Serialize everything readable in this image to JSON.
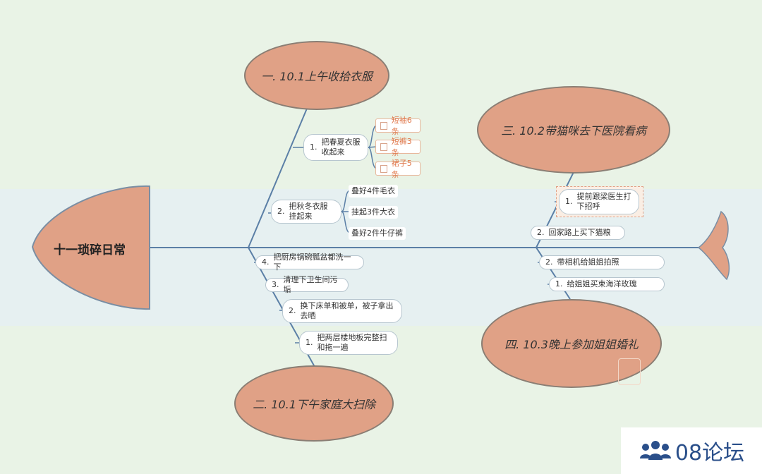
{
  "root": {
    "label": "十一琐碎日常"
  },
  "branches": {
    "b1": {
      "label": "一. 10.1上午收拾衣服"
    },
    "b2": {
      "label": "二. 10.1下午家庭大扫除"
    },
    "b3": {
      "label": "三. 10.2带猫咪去下医院看病"
    },
    "b4": {
      "label": "四. 10.3晚上参加姐姐婚礼"
    }
  },
  "b1_items": {
    "i1": {
      "num": "1.",
      "text": "把春夏衣服收起来"
    },
    "i2": {
      "num": "2.",
      "text": "把秋冬衣服挂起来"
    }
  },
  "b1_i1_tasks": [
    "短袖6条",
    "短裤3条",
    "裙子5条"
  ],
  "b1_i2_leaves": [
    "叠好4件毛衣",
    "挂起3件大衣",
    "叠好2件牛仔裤"
  ],
  "b2_items": {
    "i4": {
      "num": "4.",
      "text": "把厨房锅碗瓢盆都洗一下"
    },
    "i3": {
      "num": "3.",
      "text": "清理下卫生间污垢"
    },
    "i2": {
      "num": "2.",
      "text": "换下床单和被单，被子拿出去晒"
    },
    "i1": {
      "num": "1.",
      "text": "把两层楼地板完整扫和拖一遍"
    }
  },
  "b3_items": {
    "i1": {
      "num": "1.",
      "text": "提前跟梁医生打下招呼"
    },
    "i2": {
      "num": "2.",
      "text": "回家路上买下猫粮"
    }
  },
  "b4_items": {
    "i2": {
      "num": "2.",
      "text": "带相机给姐姐拍照"
    },
    "i1": {
      "num": "1.",
      "text": "给姐姐买束海洋玫瑰"
    }
  },
  "watermark": {
    "text": "08论坛",
    "icon": "users-icon"
  },
  "colors": {
    "node_fill": "#e0a186",
    "spine": "#5b7fa6",
    "logo": "#2a4f8a"
  }
}
